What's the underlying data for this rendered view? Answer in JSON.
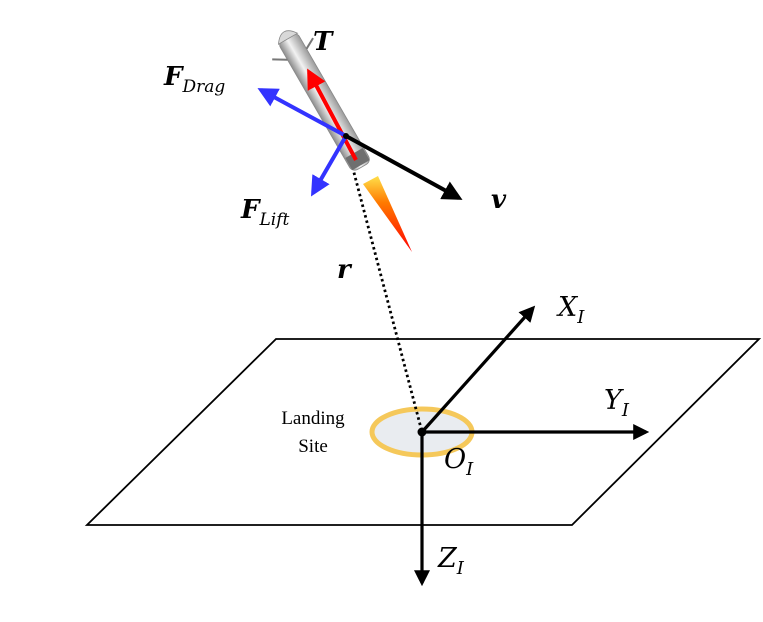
{
  "labels": {
    "thrust": {
      "main": "T"
    },
    "drag": {
      "main": "F",
      "sub": "Drag"
    },
    "lift": {
      "main": "F",
      "sub": "Lift"
    },
    "velocity": {
      "main": "v"
    },
    "position": {
      "main": "r"
    },
    "x_axis": {
      "main": "X",
      "sub": "I"
    },
    "y_axis": {
      "main": "Y",
      "sub": "I"
    },
    "z_axis": {
      "main": "Z",
      "sub": "I"
    },
    "origin": {
      "main": "O",
      "sub": "I"
    }
  },
  "landing_site": {
    "line1": "Landing",
    "line2": "Site"
  },
  "colors": {
    "thrust": "#ff0000",
    "aero_forces": "#3333ff",
    "axes": "#000000",
    "landing_ring": "#f5c85a",
    "landing_fill": "#e9ecf0"
  }
}
